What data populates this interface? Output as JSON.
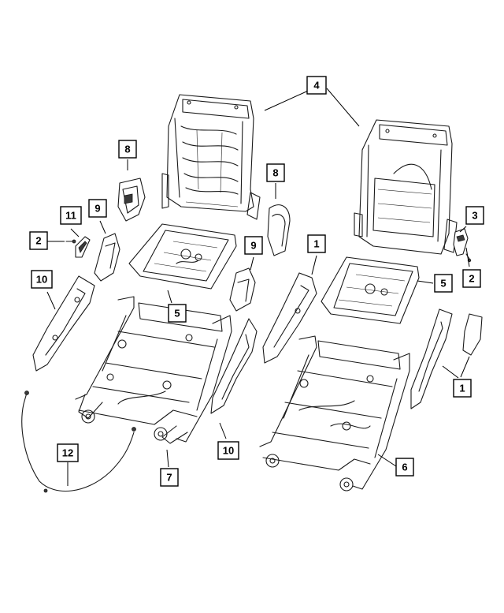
{
  "callouts": [
    {
      "id": "c4",
      "label": "4"
    },
    {
      "id": "c8a",
      "label": "8"
    },
    {
      "id": "c8b",
      "label": "8"
    },
    {
      "id": "c11",
      "label": "11"
    },
    {
      "id": "c9a",
      "label": "9"
    },
    {
      "id": "c2a",
      "label": "2"
    },
    {
      "id": "c3",
      "label": "3"
    },
    {
      "id": "c9b",
      "label": "9"
    },
    {
      "id": "c1a",
      "label": "1"
    },
    {
      "id": "c2b",
      "label": "2"
    },
    {
      "id": "c10a",
      "label": "10"
    },
    {
      "id": "c5a",
      "label": "5"
    },
    {
      "id": "c5b",
      "label": "5"
    },
    {
      "id": "c1b",
      "label": "1"
    },
    {
      "id": "c12",
      "label": "12"
    },
    {
      "id": "c7",
      "label": "7"
    },
    {
      "id": "c10b",
      "label": "10"
    },
    {
      "id": "c6",
      "label": "6"
    }
  ]
}
